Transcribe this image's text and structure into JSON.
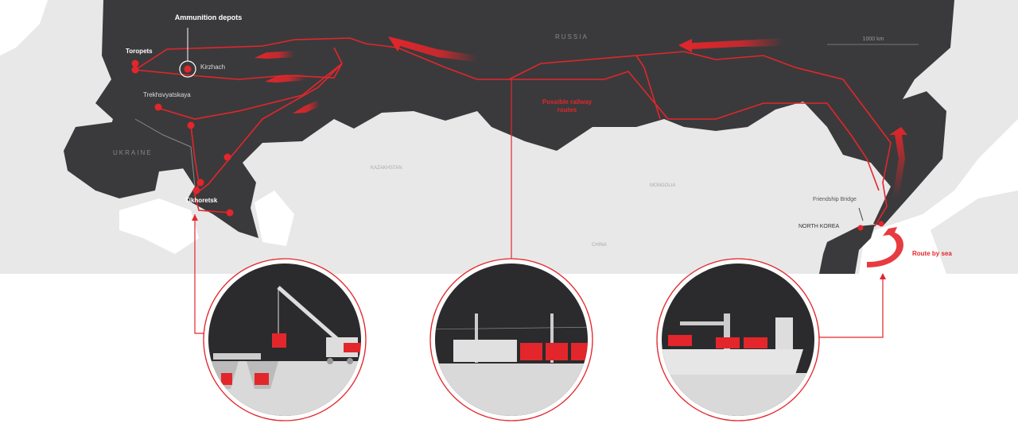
{
  "map": {
    "labels": {
      "ammunition_depots": "Ammunition depots",
      "toropets": "Toropets",
      "kirzhach": "Kirzhach",
      "trekhsvyatskaya": "Trekhsvyatskaya",
      "ukraine": "UKRAINE",
      "tikhoretsk": "Tikhoretsk",
      "russia": "RUSSIA",
      "kazakhstan": "KAZAKHSTAN",
      "mongolia": "MONGOLIA",
      "china": "CHINA",
      "possible_routes_line1": "Possible railway",
      "possible_routes_line2": "routes",
      "friendship_bridge": "Friendship Bridge",
      "north_korea": "NORTH KOREA",
      "route_by_sea": "Route by sea"
    },
    "scale_bar": "1000 km"
  },
  "colors": {
    "accent_red": "#e3262b",
    "land_dark": "#3a3a3c",
    "land_light": "#e8e8e8",
    "sea": "#ffffff"
  },
  "illustrations": [
    "crane-unloading-scene",
    "train-scene",
    "ship-scene"
  ]
}
